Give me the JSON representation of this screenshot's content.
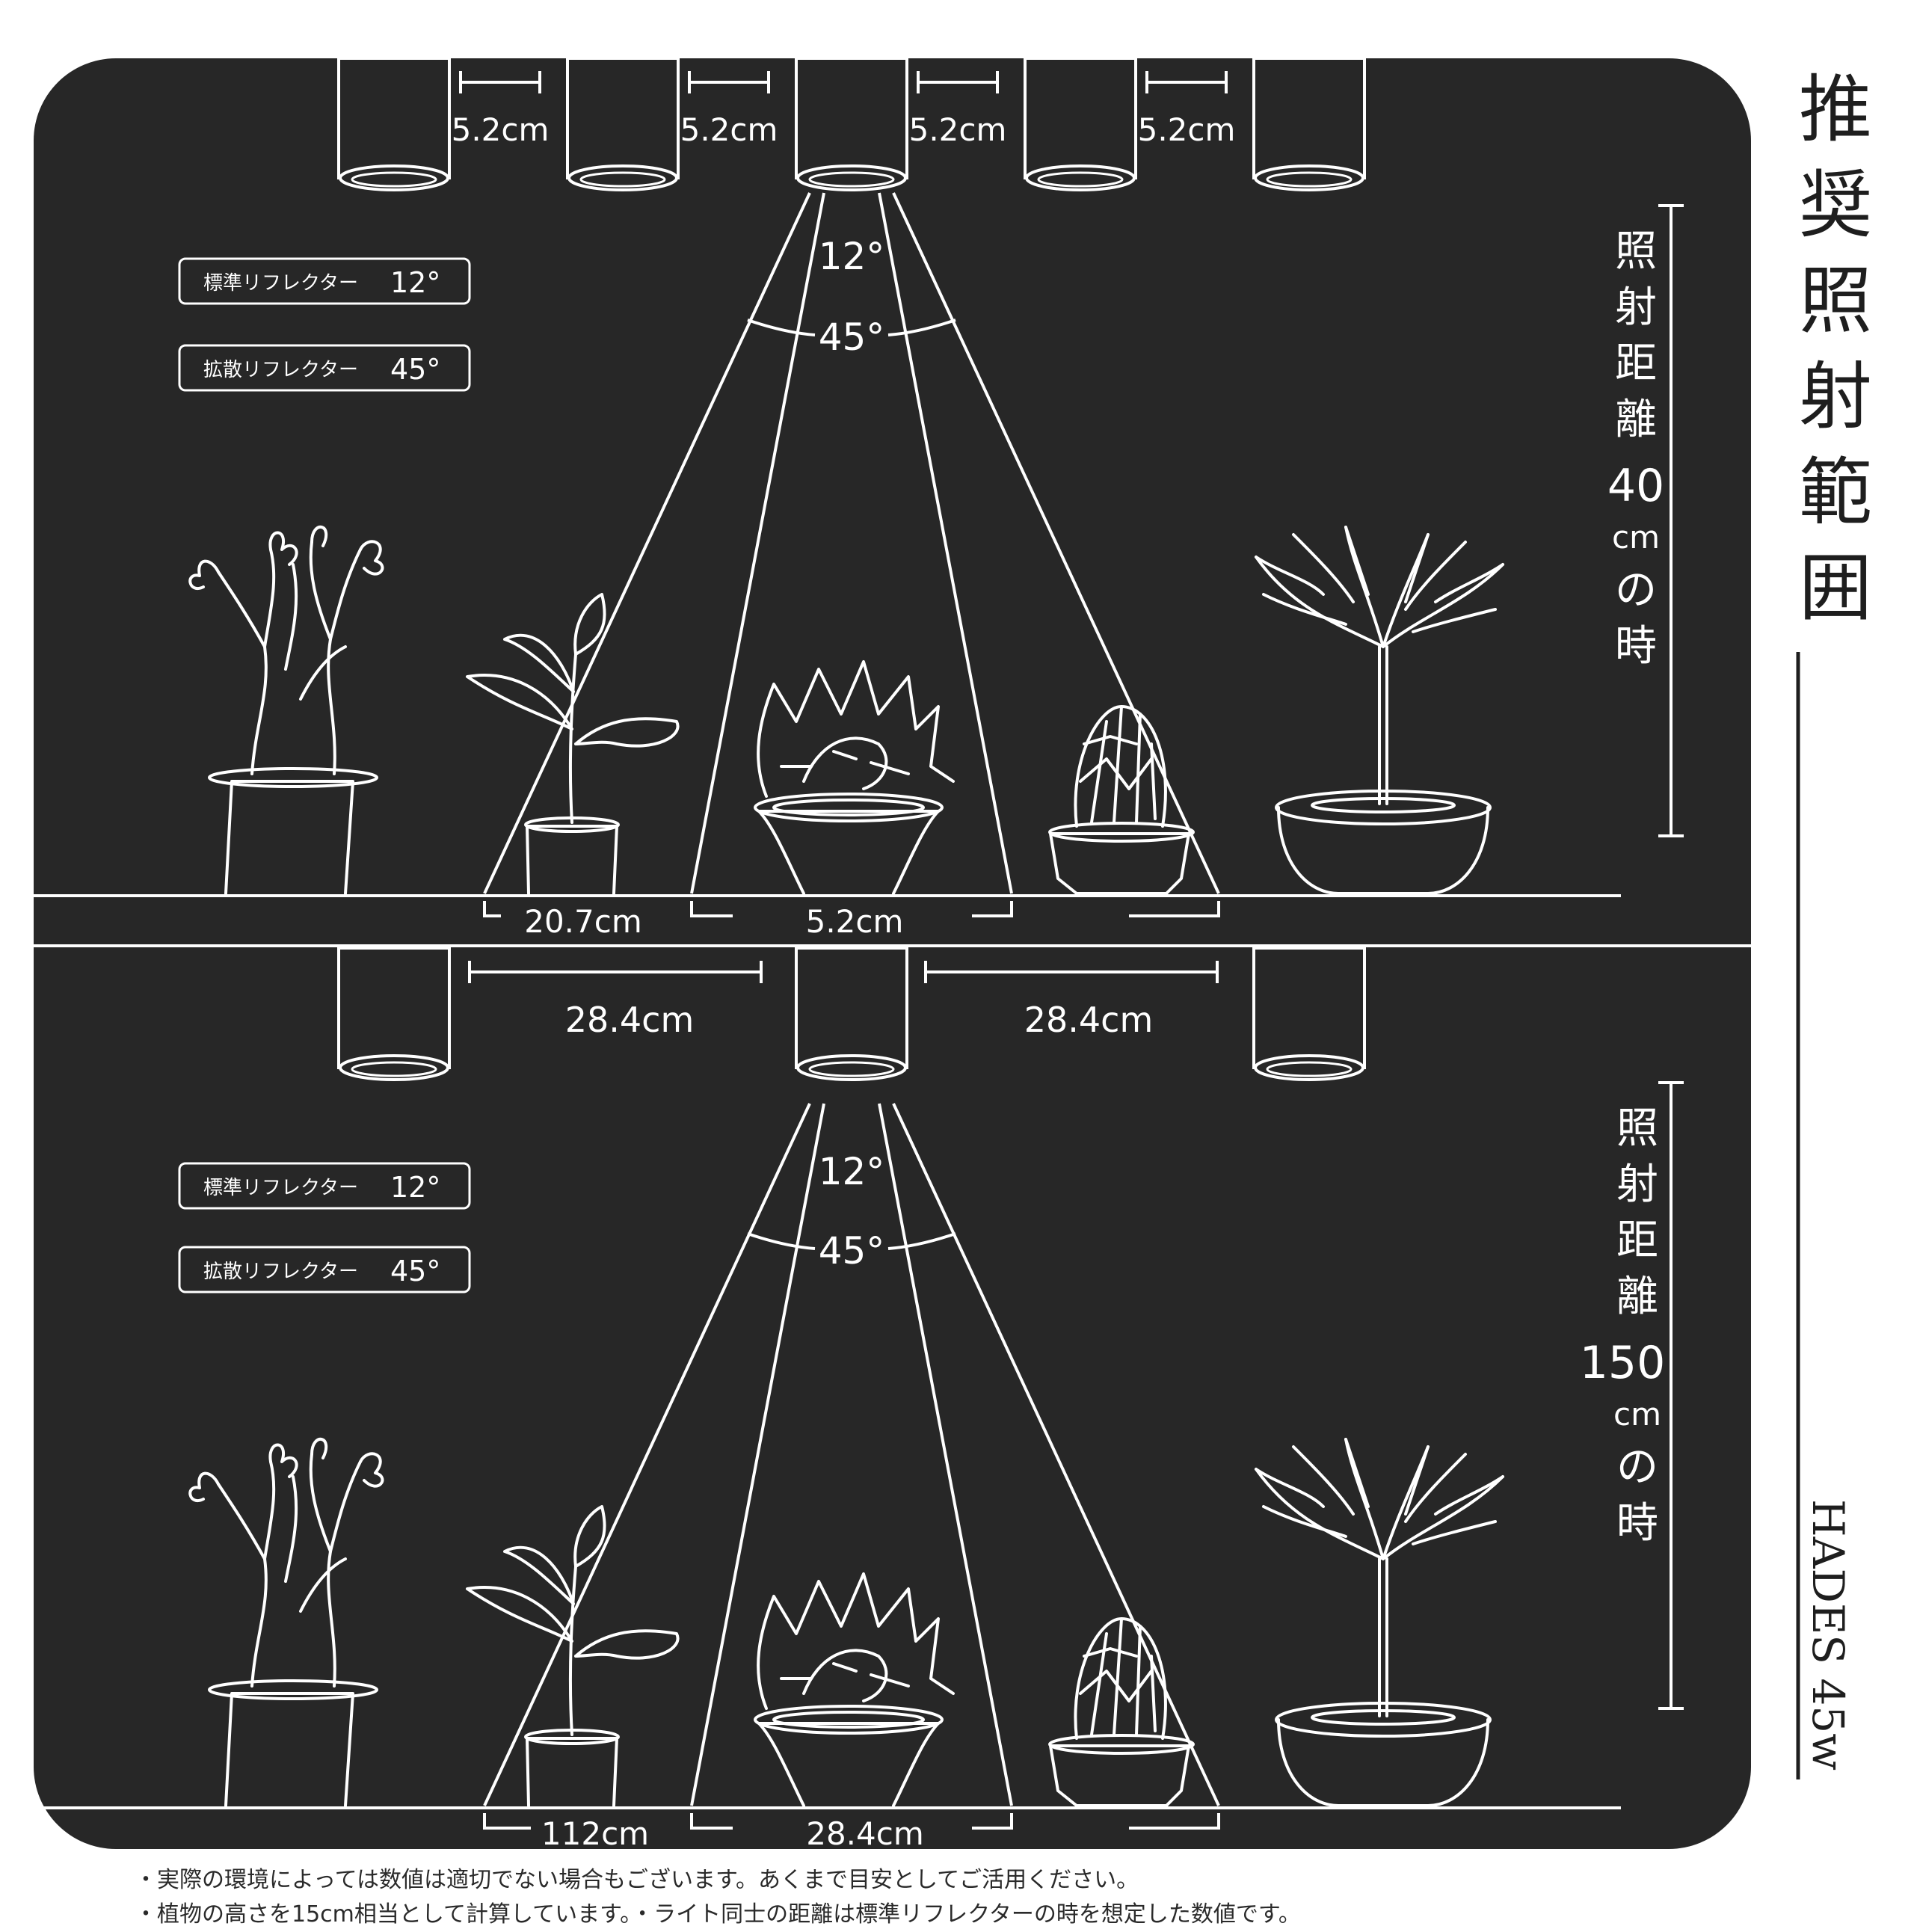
{
  "title": "推奨照射範囲",
  "brand": "HADES 45w",
  "sections": [
    {
      "distance_label": [
        "照",
        "射",
        "距",
        "離",
        "40",
        "cm",
        "の",
        "時"
      ],
      "spacings": [
        "5.2cm",
        "5.2cm",
        "5.2cm",
        "5.2cm"
      ],
      "inner_angle": "12°",
      "outer_angle": "45°",
      "legend": [
        {
          "name": "標準リフレクター",
          "angle": "12°"
        },
        {
          "name": "拡散リフレクター",
          "angle": "45°"
        }
      ],
      "outer_width": "20.7cm",
      "inner_width": "5.2cm"
    },
    {
      "distance_label": [
        "照",
        "射",
        "距",
        "離",
        "150",
        "cm",
        "の",
        "時"
      ],
      "spacings": [
        "28.4cm",
        "28.4cm"
      ],
      "inner_angle": "12°",
      "outer_angle": "45°",
      "legend": [
        {
          "name": "標準リフレクター",
          "angle": "12°"
        },
        {
          "name": "拡散リフレクター",
          "angle": "45°"
        }
      ],
      "outer_width": "112cm",
      "inner_width": "28.4cm"
    }
  ],
  "notes": [
    "・実際の環境によっては数値は適切でない場合もございます。あくまで目安としてご活用ください。",
    "・植物の高さを15cm相当として計算しています。・ライト同士の距離は標準リフレクターの時を想定した数値です。"
  ],
  "colors": {
    "panel": "#272727",
    "line": "#ffffff",
    "ink": "#1e1e1e"
  }
}
